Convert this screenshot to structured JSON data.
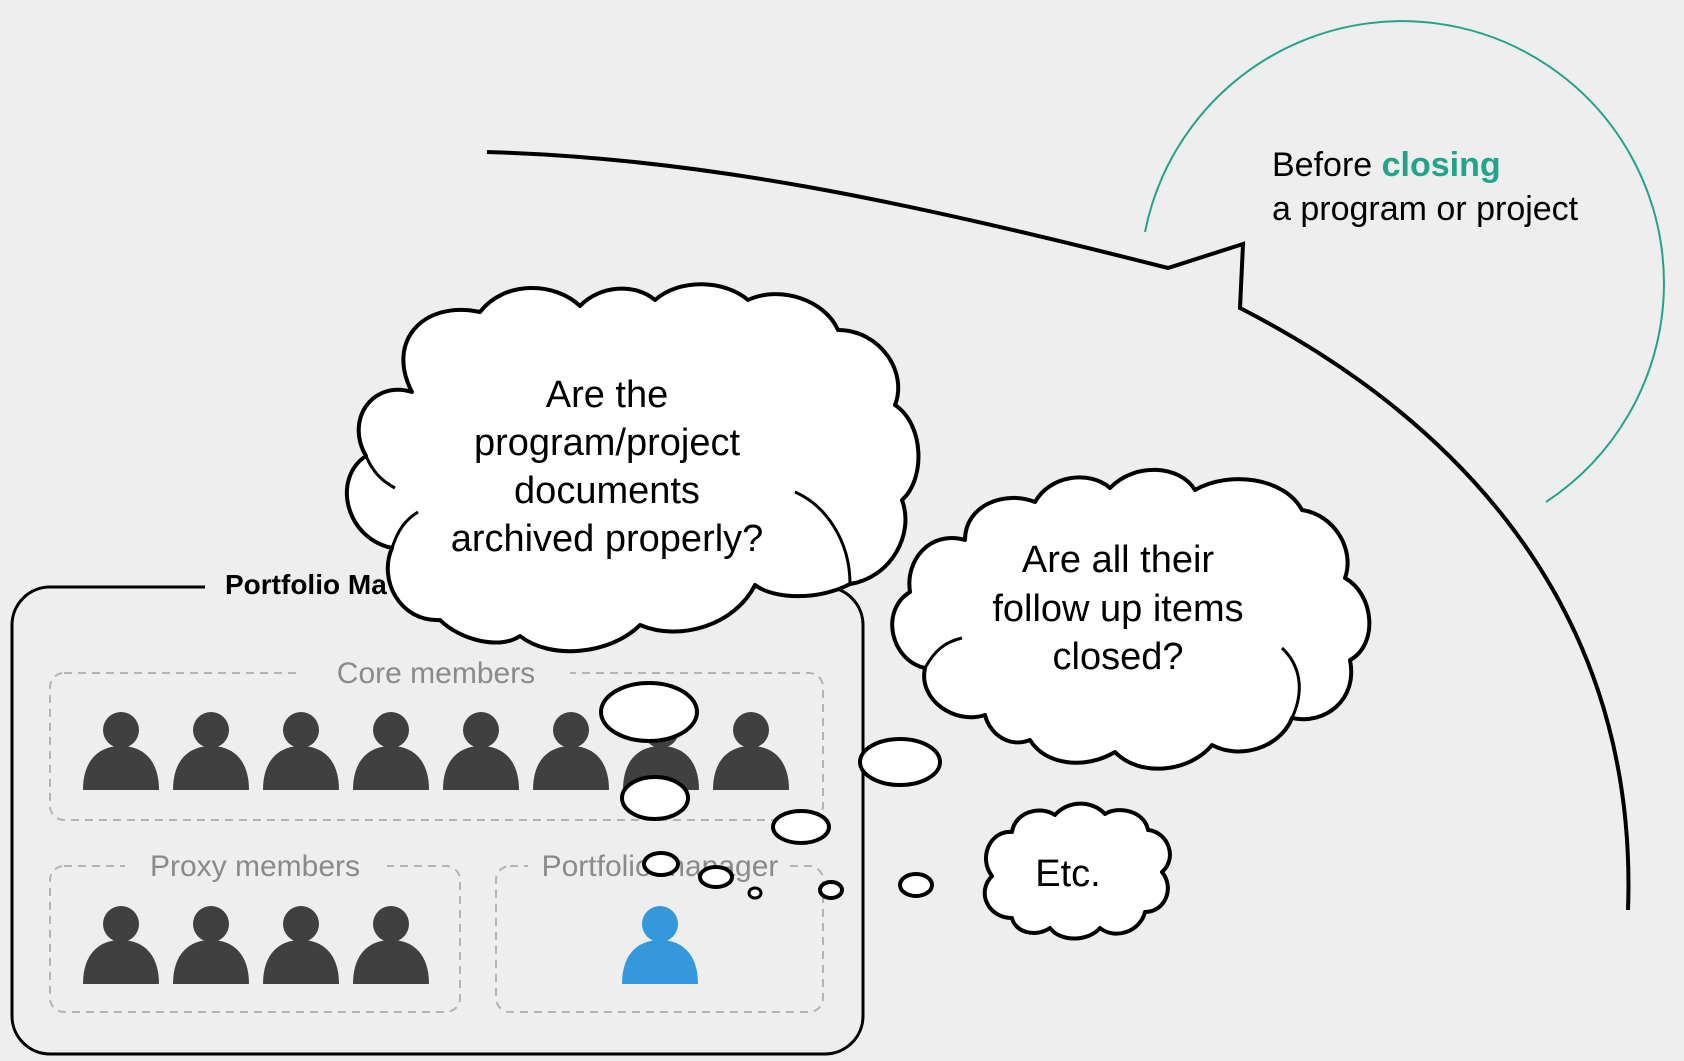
{
  "header": {
    "line1_prefix": "Before ",
    "line1_highlight": "closing",
    "line2": "a program or project",
    "highlight_color": "#22a38a"
  },
  "thoughts": {
    "documents": [
      "Are the",
      "program/project",
      "documents",
      "archived properly?"
    ],
    "follow_up": [
      "Are all their",
      "follow up items",
      "closed?"
    ],
    "etc": "Etc."
  },
  "team": {
    "title": "Portfolio Ma",
    "core_label": "Core members",
    "core_count": 8,
    "proxy_label": "Proxy members",
    "proxy_count": 4,
    "manager_label": "Portfolio manager",
    "manager_count": 1,
    "member_color": "#404040",
    "manager_color": "#3598db"
  }
}
